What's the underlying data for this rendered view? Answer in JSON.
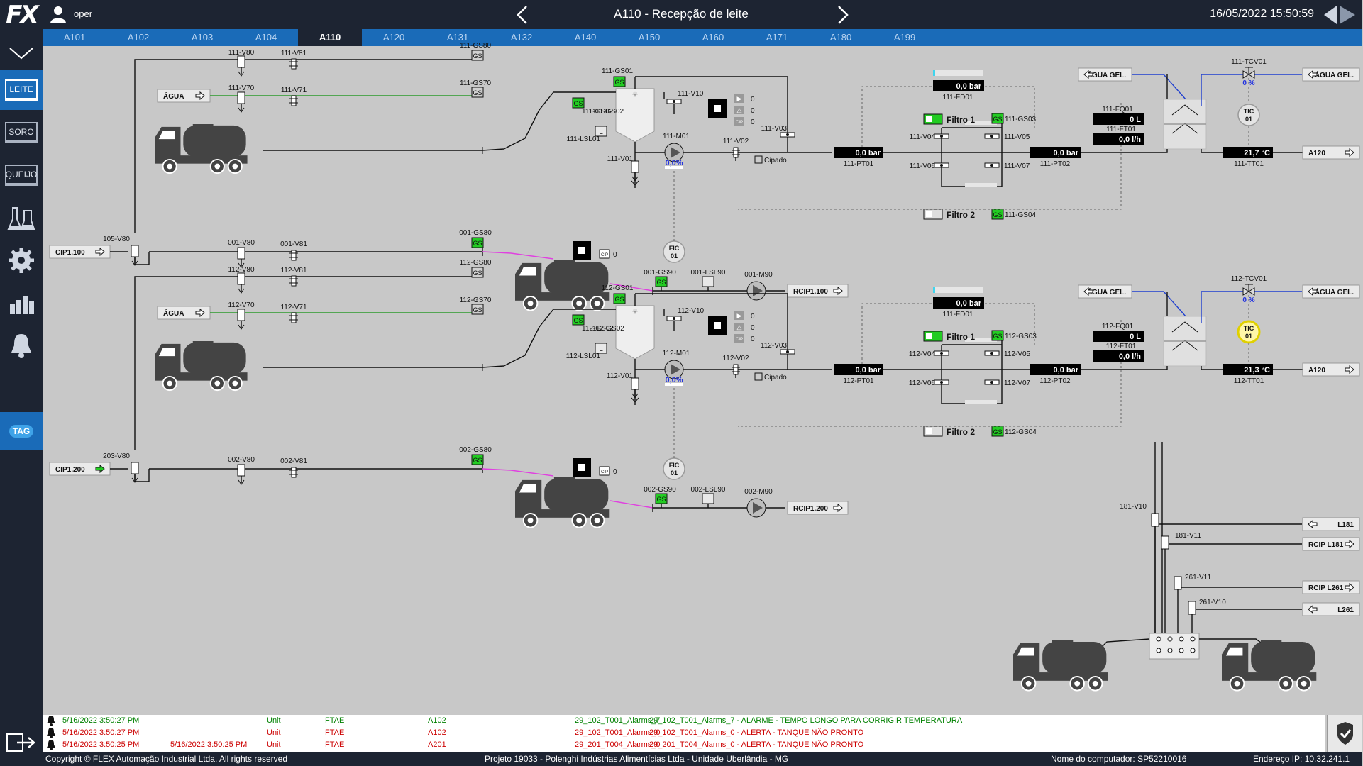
{
  "app": {
    "logo": "FX",
    "user": "oper",
    "title": "A110 - Recepção de leite",
    "datetime": "16/05/2022 15:50:59"
  },
  "tabs": [
    "A101",
    "A102",
    "A103",
    "A104",
    "A110",
    "A120",
    "A131",
    "A132",
    "A140",
    "A150",
    "A160",
    "A171",
    "A180",
    "A199"
  ],
  "active_tab": "A110",
  "sidebar": [
    {
      "label": "LEITE",
      "active": true
    },
    {
      "label": "SORO",
      "active": false
    },
    {
      "label": "QUEIJO",
      "active": false
    }
  ],
  "sidebar_tag": "TAG",
  "colors": {
    "topbar": "#1d2432",
    "tab_blue": "#1a6bb8",
    "gs_green": "#22cc22",
    "water_line": "#2c9a2c",
    "cold_water_line": "#1f3fcf",
    "cip_line": "#e040e0",
    "alarm_red": "#cc0000",
    "alarm_green": "#008000"
  },
  "lines": [
    {
      "agua": "ÁGUA",
      "v80": "111-V80",
      "v81": "111-V81",
      "gs80": "111-GS80",
      "v70": "111-V70",
      "v71": "111-V71",
      "gs70": "111-GS70",
      "gs01": "111-GS01",
      "gs02": "111-GS02",
      "lsl01": "111-LSL01",
      "v10": "111-V10",
      "v01": "111-V01",
      "m01": "111-M01",
      "m01_pct": "0,0%",
      "v02": "111-V02",
      "v03": "111-V03",
      "cipado": "Cipado",
      "cip_counts": [
        "0",
        "0",
        "0"
      ],
      "fic": [
        "FIC",
        "01"
      ],
      "pt01": "0,0 bar",
      "pt01_tag": "111-PT01",
      "fd01": "0,0 bar",
      "fd01_tag": "111-FD01",
      "filtro1": "Filtro 1",
      "filtro2": "Filtro 2",
      "gs03": "111-GS03",
      "gs04": "111-GS04",
      "v04": "111-V04",
      "v05": "111-V05",
      "v06": "111-V06",
      "v07": "111-V07",
      "pt02": "0,0 bar",
      "pt02_tag": "111-PT02",
      "fq01_tag": "111-FQ01",
      "fq01": "0 L",
      "ft01_tag": "111-FT01",
      "ft01": "0,0 l/h",
      "agua_gel_in": "ÁGUA GEL.",
      "agua_gel_out": "ÁGUA GEL.",
      "tcv01": "111-TCV01",
      "tcv01_pct": "0 %",
      "tic": [
        "TIC",
        "01"
      ],
      "tic_highlight": false,
      "tt01": "21,7 °C",
      "tt01_tag": "111-TT01",
      "dest": "A120",
      "cip_in": "CIP1.100",
      "cip_in_active": false,
      "v80c": "105-V80",
      "cv80": "001-V80",
      "cv81": "001-V81",
      "cgs80": "001-GS80",
      "cip_small": "CIP",
      "cip_small_val": "0",
      "gs90": "001-GS90",
      "lsl90": "001-LSL90",
      "m90": "001-M90",
      "rcip": "RCIP1.100"
    },
    {
      "agua": "ÁGUA",
      "v80": "112-V80",
      "v81": "112-V81",
      "gs80": "112-GS80",
      "v70": "112-V70",
      "v71": "112-V71",
      "gs70": "112-GS70",
      "gs01": "112-GS01",
      "gs02": "112-GS02",
      "lsl01": "112-LSL01",
      "v10": "112-V10",
      "v01": "112-V01",
      "m01": "112-M01",
      "m01_pct": "0,0%",
      "v02": "112-V02",
      "v03": "112-V03",
      "cipado": "Cipado",
      "cip_counts": [
        "0",
        "0",
        "0"
      ],
      "fic": [
        "FIC",
        "01"
      ],
      "pt01": "0,0 bar",
      "pt01_tag": "112-PT01",
      "fd01": "0,0 bar",
      "fd01_tag": "111-FD01",
      "filtro1": "Filtro 1",
      "filtro2": "Filtro 2",
      "gs03": "112-GS03",
      "gs04": "112-GS04",
      "v04": "112-V04",
      "v05": "112-V05",
      "v06": "112-V06",
      "v07": "112-V07",
      "pt02": "0,0 bar",
      "pt02_tag": "112-PT02",
      "fq01_tag": "112-FQ01",
      "fq01": "0 L",
      "ft01_tag": "112-FT01",
      "ft01": "0,0 l/h",
      "agua_gel_in": "ÁGUA GEL.",
      "agua_gel_out": "ÁGUA GEL.",
      "tcv01": "112-TCV01",
      "tcv01_pct": "0 %",
      "tic": [
        "TIC",
        "01"
      ],
      "tic_highlight": true,
      "tt01": "21,3 °C",
      "tt01_tag": "112-TT01",
      "dest": "A120",
      "cip_in": "CIP1.200",
      "cip_in_active": true,
      "v80c": "203-V80",
      "cv80": "002-V80",
      "cv81": "002-V81",
      "cgs80": "002-GS80",
      "cip_small": "CIP",
      "cip_small_val": "0",
      "gs90": "002-GS90",
      "lsl90": "002-LSL90",
      "m90": "002-M90",
      "rcip": "RCIP1.200"
    }
  ],
  "manifold": {
    "v10a": "181-V10",
    "v11a": "181-V11",
    "v11b": "261-V11",
    "v10b": "261-V10",
    "l181": "L181",
    "rcip181": "RCIP L181",
    "rcip261": "RCIP L261",
    "l261": "L261"
  },
  "alarms": [
    {
      "time": "5/16/2022 3:50:27 PM",
      "ack": "",
      "area": "Unit",
      "type": "FTAE",
      "unit": "A102",
      "tag": "29_102_T001_Alarms_7",
      "msg": "29_102_T001_Alarms_7 - ALARME - TEMPO LONGO PARA CORRIGIR TEMPERATURA",
      "color": "#008000"
    },
    {
      "time": "5/16/2022 3:50:27 PM",
      "ack": "",
      "area": "Unit",
      "type": "FTAE",
      "unit": "A102",
      "tag": "29_102_T001_Alarms_0",
      "msg": "29_102_T001_Alarms_0 - ALERTA - TANQUE NÃO PRONTO",
      "color": "#cc0000"
    },
    {
      "time": "5/16/2022 3:50:25 PM",
      "ack": "5/16/2022 3:50:25 PM",
      "area": "Unit",
      "type": "FTAE",
      "unit": "A201",
      "tag": "29_201_T004_Alarms_0",
      "msg": "29_201_T004_Alarms_0 - ALERTA - TANQUE NÃO PRONTO",
      "color": "#cc0000"
    }
  ],
  "footer": {
    "copyright": "Copyright © FLEX Automação Industrial Ltda. All rights reserved",
    "project": "Projeto 19033 - Polenghi Indústrias Alimentícias Ltda - Unidade Uberlândia - MG",
    "computer": "Nome do computador: SP52210016",
    "ip": "Endereço IP: 10.32.241.1"
  }
}
